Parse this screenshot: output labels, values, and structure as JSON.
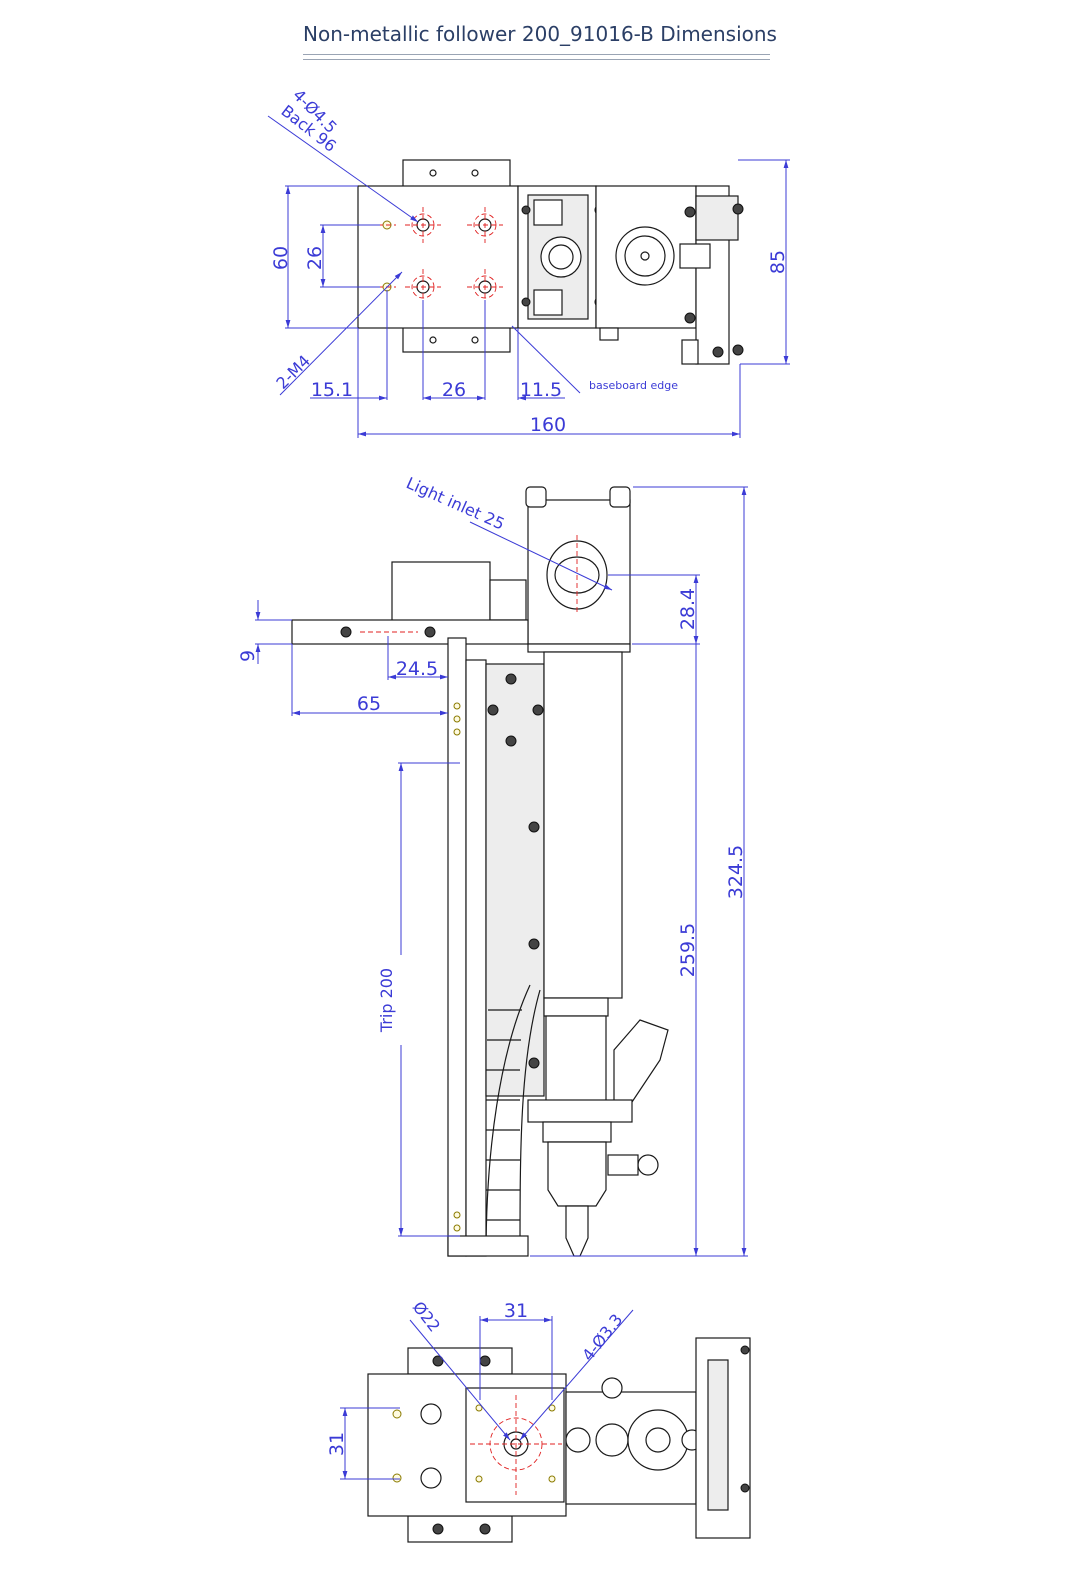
{
  "title": "Non-metallic follower 200_91016-B Dimensions",
  "colors": {
    "dimension": "#3b3bd6",
    "outline": "#1a1a1a",
    "centerline": "#e02020",
    "title": "#2b3f66"
  },
  "top_view": {
    "holes_note": "4-Ø4.5",
    "back_note": "Back 96",
    "thread_note": "2-M4",
    "dims": {
      "height_60": "60",
      "spacing_26": "26",
      "right_85": "85",
      "left_15_1": "15.1",
      "mid_26": "26",
      "edge_11_5": "11.5",
      "total_160": "160"
    },
    "baseboard_label": "baseboard edge"
  },
  "side_view": {
    "light_inlet": "Light inlet 25",
    "dims": {
      "d28_4": "28.4",
      "d9": "9",
      "d24_5": "24.5",
      "d65": "65",
      "d259_5": "259.5",
      "d324_5": "324.5",
      "trip": "Trip 200"
    }
  },
  "bottom_view": {
    "dia_note": "Ø22",
    "holes_note": "4-Ø3.3",
    "dims": {
      "d31_top": "31",
      "d31_left": "31"
    }
  }
}
